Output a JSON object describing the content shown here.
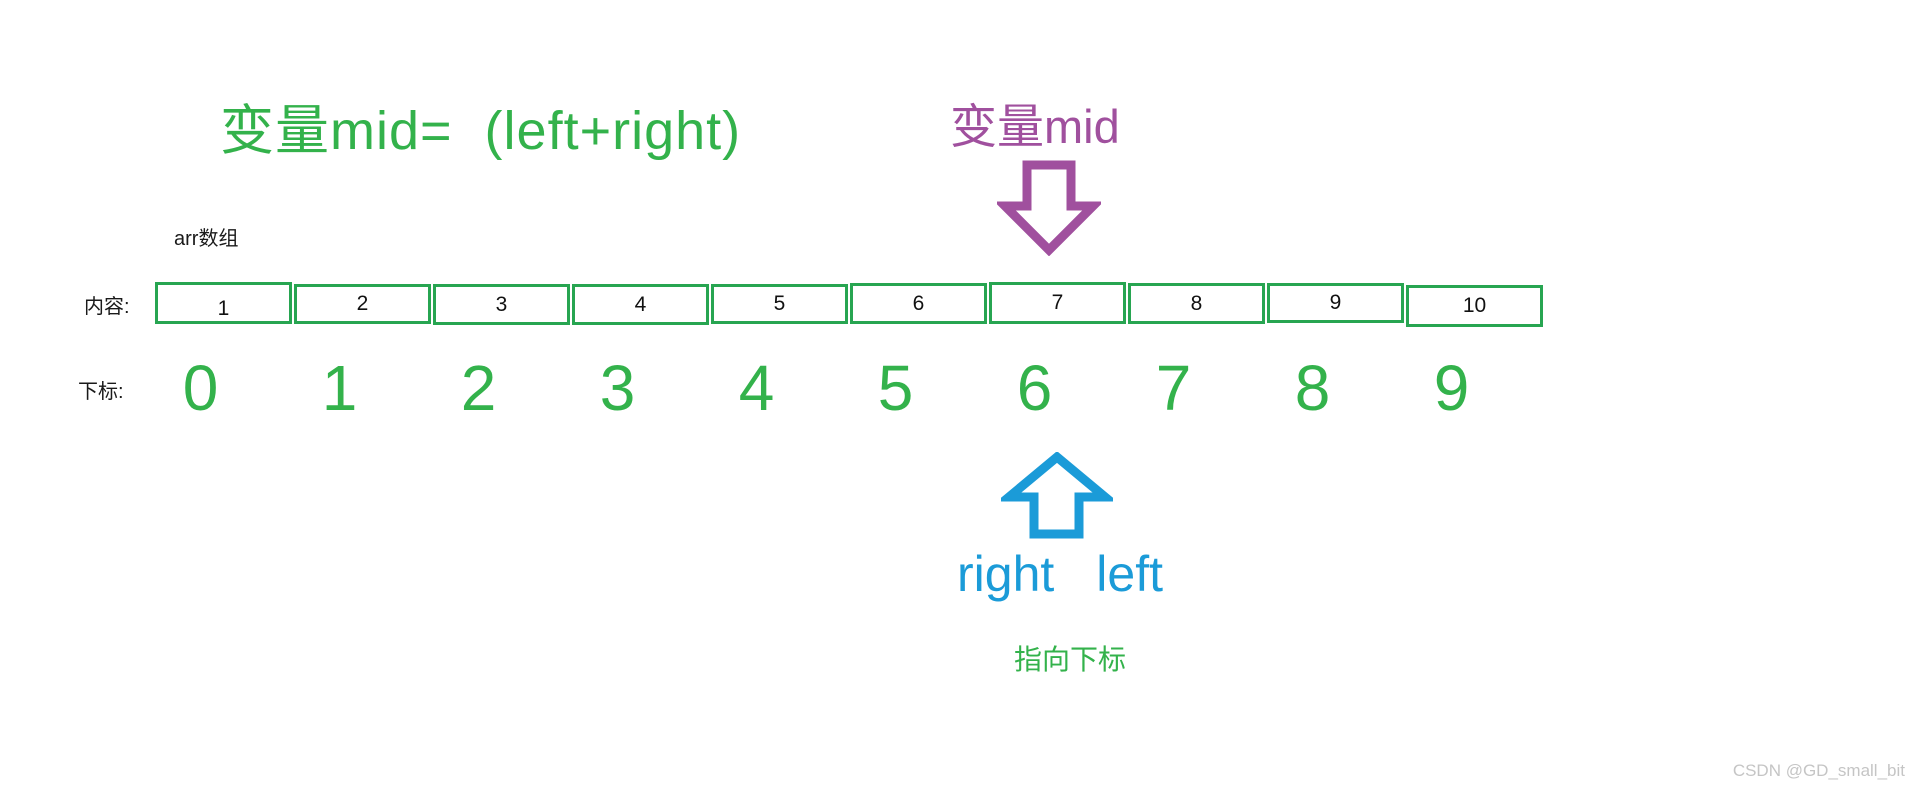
{
  "colors": {
    "green_text": "#33b24b",
    "green_border": "#27a551",
    "purple": "#a0509e",
    "blue": "#1b9bd8",
    "black": "#1a1a1a",
    "watermark_gray": "#c5c5c5"
  },
  "formula": {
    "text": "变量mid=  (left+right)"
  },
  "mid_pointer": {
    "label": "变量mid",
    "arrow_icon": "down-block-arrow"
  },
  "array": {
    "title": "arr数组",
    "content_label": "内容:",
    "index_label": "下标:",
    "values": [
      "1",
      "2",
      "3",
      "4",
      "5",
      "6",
      "7",
      "8",
      "9",
      "10"
    ],
    "indices": [
      "0",
      "1",
      "2",
      "3",
      "4",
      "5",
      "6",
      "7",
      "8",
      "9"
    ]
  },
  "bounds_pointer": {
    "arrow_icon": "up-block-arrow",
    "right_label": "right",
    "left_label": "left",
    "caption": "指向下标"
  },
  "watermark": {
    "text": "CSDN @GD_small_bit"
  }
}
